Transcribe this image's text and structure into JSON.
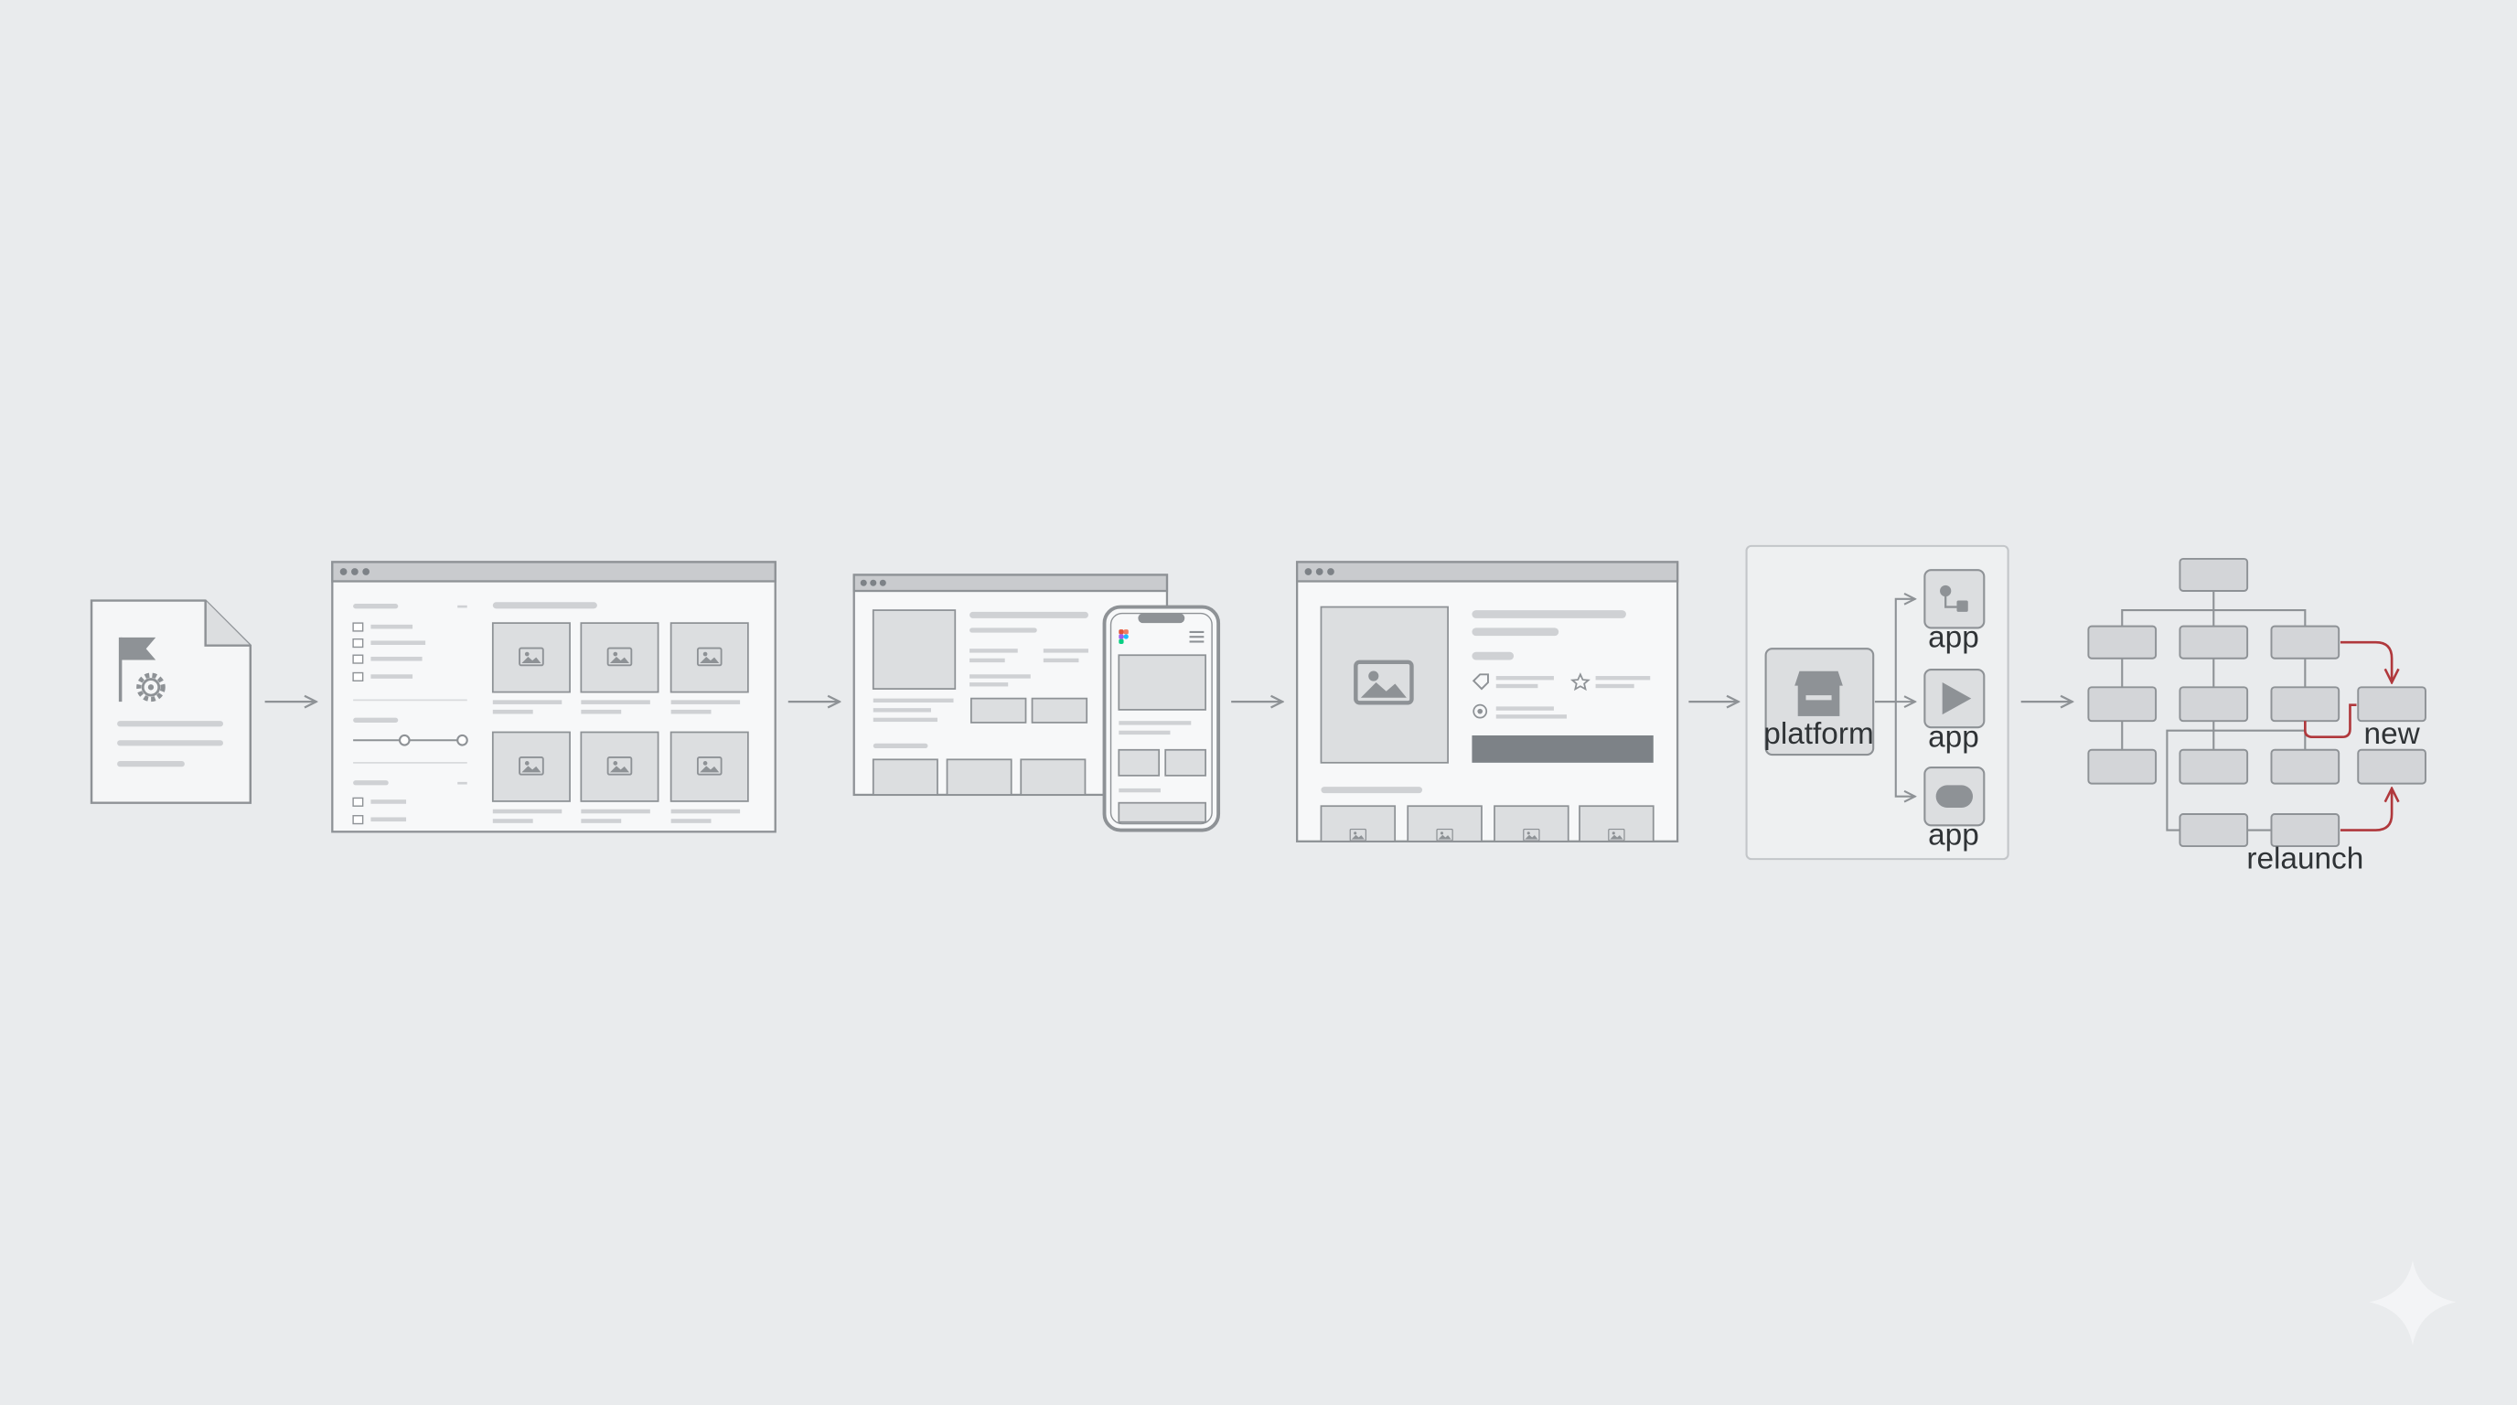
{
  "flow": {
    "steps": [
      {
        "id": "brief",
        "kind": "document"
      },
      {
        "id": "catalog",
        "kind": "browser-wireframe"
      },
      {
        "id": "responsive",
        "kind": "browser-and-phone-wireframe"
      },
      {
        "id": "product",
        "kind": "browser-wireframe"
      },
      {
        "id": "distribution",
        "kind": "platform-panel"
      },
      {
        "id": "evolution",
        "kind": "tree-diagram"
      }
    ],
    "arrow_count": 5
  },
  "platform_panel": {
    "platform_label": "platform",
    "apps": [
      {
        "label": "app",
        "icon": "flow-nodes-icon"
      },
      {
        "label": "app",
        "icon": "play-icon"
      },
      {
        "label": "app",
        "icon": "pill-icon"
      }
    ]
  },
  "tree": {
    "new_label": "new",
    "relaunch_label": "relaunch",
    "highlight_color": "#b0383c"
  },
  "colors": {
    "background": "#e9ebed",
    "stroke": "#8e9296",
    "fill_light": "#f5f6f7",
    "fill_block": "#d3d5d8",
    "fill_dark": "#7d8287",
    "accent_red": "#b0383c"
  }
}
